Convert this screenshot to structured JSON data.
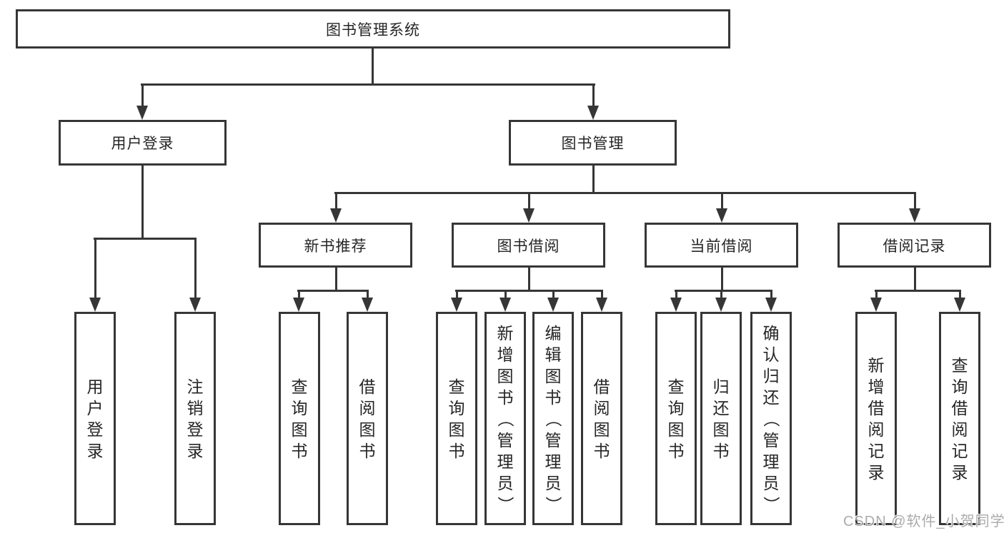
{
  "diagram_title": "图书管理系统",
  "nodes": {
    "root": "图书管理系统",
    "user_login": "用户登录",
    "book_mgmt": "图书管理",
    "new_book_rec": "新书推荐",
    "book_borrow": "图书借阅",
    "current_borrow": "当前借阅",
    "borrow_records": "借阅记录",
    "ul_user_login": "用户登录",
    "ul_logout": "注销登录",
    "nbr_query_book": "查询图书",
    "nbr_borrow_book": "借阅图书",
    "bb_query_book": "查询图书",
    "bb_add_book": "新增图书（管理员）",
    "bb_edit_book": "编辑图书（管理员）",
    "bb_borrow_book": "借阅图书",
    "cb_query_book": "查询图书",
    "cb_return_book": "归还图书",
    "cb_confirm_return": "确认归还（管理员）",
    "br_add_record": "新增借阅记录",
    "br_query_record": "查询借阅记录"
  },
  "watermark": {
    "text": "CSDN @软件_小贺同学"
  },
  "colors": {
    "line": "#363636",
    "text": "#262626",
    "watermark": "#a3a3a3",
    "background": "#ffffff"
  }
}
